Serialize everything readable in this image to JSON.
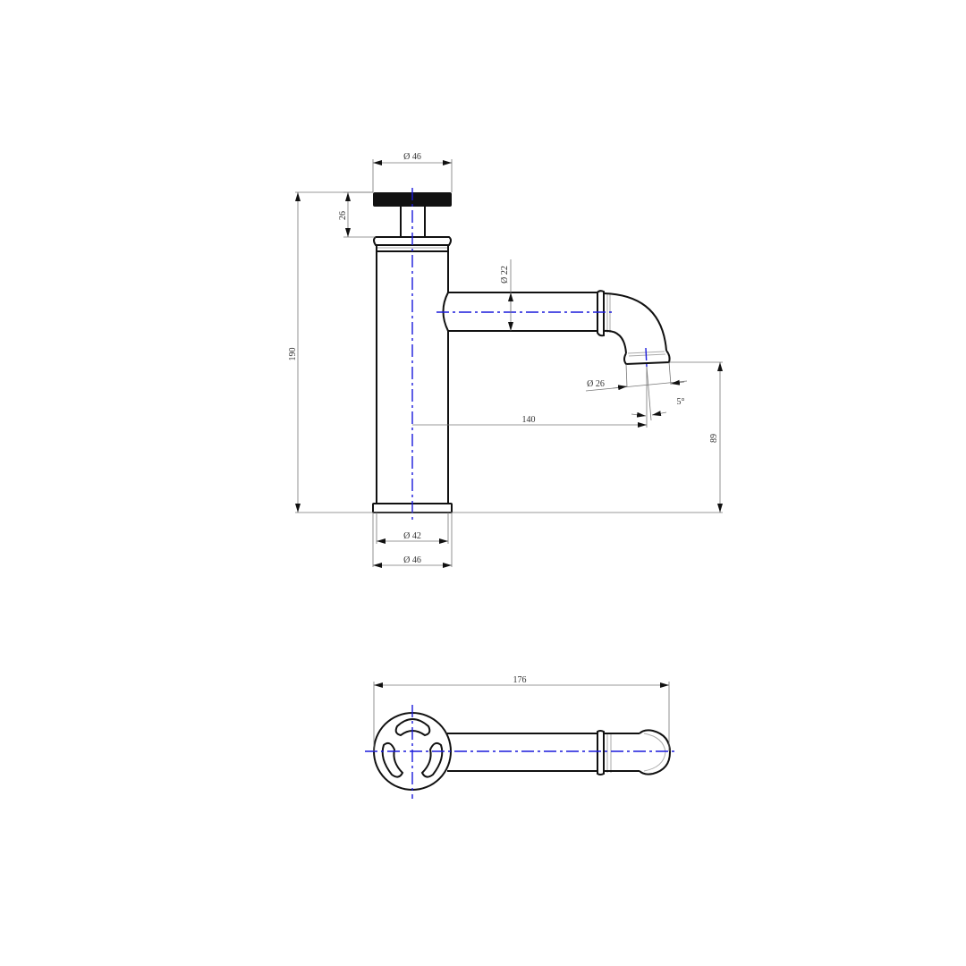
{
  "drawing": {
    "type": "technical-drawing",
    "subject": "bottle trap / siphon",
    "colors": {
      "outline": "#111111",
      "centerline": "#1a1adc",
      "dimension": "#777777",
      "background": "#ffffff"
    }
  },
  "front_view": {
    "dimensions": {
      "cap_diameter": "Ø 46",
      "cap_height": "26",
      "overall_height": "190",
      "outlet_diameter": "Ø 22",
      "outlet_end_diameter": "Ø 26",
      "outlet_angle": "5°",
      "outlet_horizontal_distance": "140",
      "outlet_height": "89",
      "body_inner_diameter": "Ø 42",
      "body_outer_diameter": "Ø 46"
    }
  },
  "top_view": {
    "dimensions": {
      "overall_length": "176"
    }
  }
}
